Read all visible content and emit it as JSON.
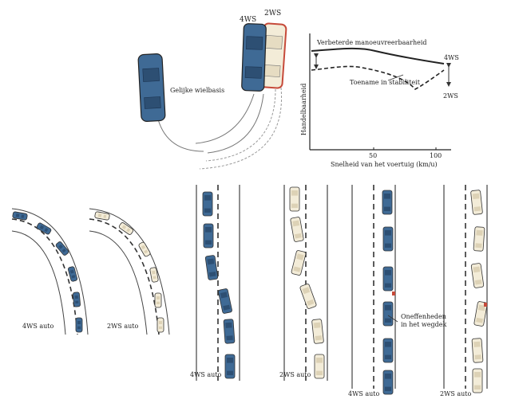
{
  "labels": {
    "four_ws": "4WS",
    "two_ws": "2WS",
    "same_wheelbase": "Gelijke wielbasis",
    "improved_maneuverability": "Verbeterde manoeuvreerbaarheid",
    "stability_increase": "Toename in stabiliteit",
    "axis_y": "Handelbaarheid",
    "axis_x": "Snelheid van het voertuig (km/u)",
    "tick_50": "50",
    "tick_100": "100",
    "curve_4ws": "4WS",
    "curve_2ws": "2WS",
    "car_4ws_turn": "4WS auto",
    "car_2ws_turn": "2WS auto",
    "lane_4ws": "4WS auto",
    "lane_2ws": "2WS auto",
    "bumps_4ws": "4WS auto",
    "bumps_2ws": "2WS auto",
    "road_irregularities_line1": "Oneffenheden",
    "road_irregularities_line2": "in het wegdek"
  },
  "colors": {
    "car_4ws": "#3f6a95",
    "car_2ws": "#f3ecd8",
    "outline": "#333333",
    "marker_red": "#c64a3a"
  }
}
